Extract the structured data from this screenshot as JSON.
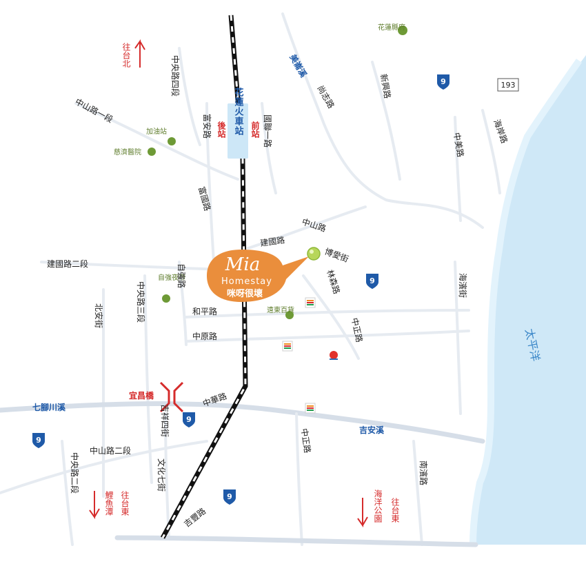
{
  "colors": {
    "ocean": "#cfe8f7",
    "ocean_edge": "#e3f3fc",
    "rail_black": "#111111",
    "rail_white": "#ffffff",
    "homestay_orange": "#ea8e3c",
    "park_green": "#6e9a36",
    "highway_blue": "#1f5aa8",
    "direction_red": "#d52b2b",
    "station_box": "#cde7f7"
  },
  "station": {
    "name": "花蓮火車站",
    "back_exit": "後站",
    "front_exit": "前站"
  },
  "homestay": {
    "name": "Mia",
    "sub": "Homestay",
    "chinese": "咪呀很壞"
  },
  "ocean": {
    "label": "太平洋"
  },
  "directions": [
    {
      "text": "往台北",
      "id": "north"
    },
    {
      "text": "往台東",
      "id": "sw-taitung"
    },
    {
      "text": "鯉魚潭",
      "id": "liyutan"
    },
    {
      "text": "往台東",
      "id": "se-taitung"
    },
    {
      "text": "海洋公園",
      "id": "ocean-park"
    }
  ],
  "highway": {
    "route": "9",
    "route_193": "193"
  },
  "landmarks": {
    "county_hall": "花蓮縣府",
    "gas_station": "加油站",
    "tzu_chi": "慈濟醫院",
    "ziqiang_market": "自強夜市",
    "far_eastern": "遠東百貨",
    "yichang_bridge": "宜昌橋"
  },
  "waters": {
    "meilun": "美崙溪",
    "qijiaochuan": "七腳川溪",
    "jian": "吉安溪"
  },
  "roads": {
    "zhongyang4": "中央路四段",
    "zhongshan1": "中山路一段",
    "fuan": "富安路",
    "guolian1": "國聯一路",
    "zhixue": "尚志路",
    "xinxing": "新興路",
    "zhongmei": "中美路",
    "haian": "海岸路",
    "fuguo": "富國路",
    "zhongshan": "中山路",
    "jianguo": "建國路",
    "boai": "博愛街",
    "linsen": "林森路",
    "jianguo2": "建國路二段",
    "ziqiang": "自強路",
    "zhongyang3": "中央路三段",
    "beian": "北安街",
    "heping": "和平路",
    "zhongyuan": "中原路",
    "zhongzheng_upper": "中正路",
    "haibin": "海濱街",
    "zhonghua": "中華路",
    "jixiang4": "吉祥四街",
    "zhongshan2": "中山路二段",
    "zhongyang2": "中央路二段",
    "wenhua7": "文化七街",
    "zhongzheng_lower": "中正路",
    "nanbin": "南濱路",
    "jifeng": "吉豐路"
  }
}
